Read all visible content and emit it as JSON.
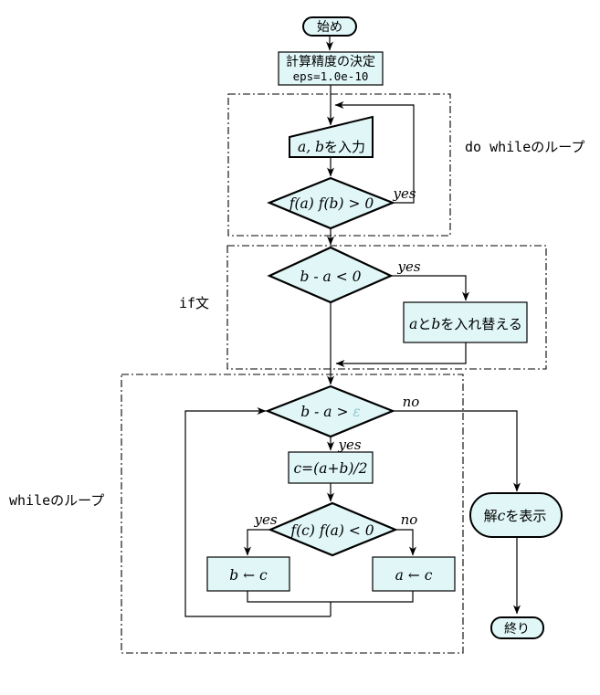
{
  "colors": {
    "node_fill": "#e0f6f7",
    "line": "#000000",
    "eps": "#93c4c9",
    "background": "#ffffff"
  },
  "nodes": {
    "start": "始め",
    "precision": {
      "line1": "計算精度の決定",
      "line2": "eps=1.0e-10"
    },
    "input_ab": {
      "math": "a, b",
      "jp": "を入力"
    },
    "cond_signs": "f(a) f(b) > 0",
    "cond_order": "b - a < 0",
    "swap": {
      "s0": "a",
      "s1": "と",
      "s2": "b",
      "s3": "を入れ替える"
    },
    "cond_width": {
      "pre": "b - a > ",
      "eps": "ε"
    },
    "midpoint": "c=(a+b)/2",
    "cond_sign_change": "f(c) f(a) < 0",
    "assign_b": "b ← c",
    "assign_a": "a ← c",
    "display": {
      "s0": "解",
      "s1": "c",
      "s2": "を表示"
    },
    "end_label": "終り"
  },
  "edge_labels": {
    "yes_signs": "yes",
    "yes_order": "yes",
    "yes_width": "yes",
    "yes_sign_change": "yes",
    "no_width": "no",
    "no_sign_change": "no"
  },
  "section_labels": {
    "do_while": "do whileのループ",
    "if_stmt": "if文",
    "while_loop": "whileのループ"
  }
}
